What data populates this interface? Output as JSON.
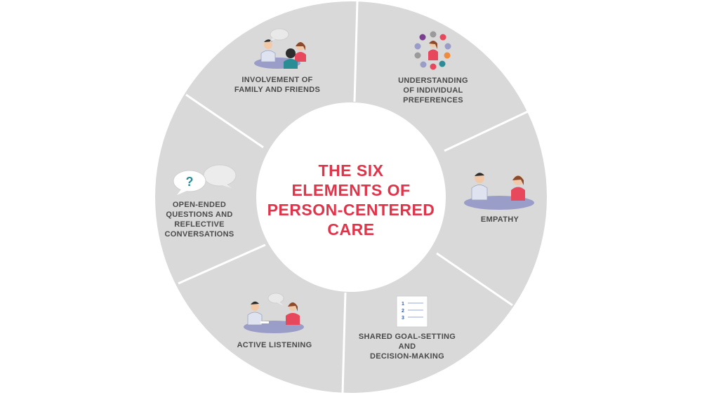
{
  "center_title": "THE SIX\nELEMENTS OF\nPERSON-CENTERED\nCARE",
  "segments": [
    {
      "label": "INVOLVEMENT OF\nFAMILY AND FRIENDS",
      "icon": "family-meeting-icon"
    },
    {
      "label": "UNDERSTANDING\nOF INDIVIDUAL\nPREFERENCES",
      "icon": "preferences-circle-icon"
    },
    {
      "label": "EMPATHY",
      "icon": "empathy-table-icon"
    },
    {
      "label": "SHARED GOAL-SETTING\nAND\nDECISION-MAKING",
      "icon": "checklist-icon"
    },
    {
      "label": "ACTIVE LISTENING",
      "icon": "listening-conversation-icon"
    },
    {
      "label": "OPEN-ENDED\nQUESTIONS AND\nREFLECTIVE\nCONVERSATIONS",
      "icon": "speech-bubbles-icon"
    }
  ],
  "icon_text": {
    "question_mark": "?",
    "list_numbers": [
      "1",
      "2",
      "3"
    ]
  },
  "colors": {
    "ring": "#d9d9d9",
    "title": "#e0344a",
    "text": "#4a4a4a",
    "table": "#9b9dc9",
    "doctor_coat": "#dfe3f0",
    "hair_dark": "#2d2d2d",
    "hair_brown": "#8b4a2b",
    "person_red": "#e8485c",
    "teal": "#2a8c95"
  }
}
